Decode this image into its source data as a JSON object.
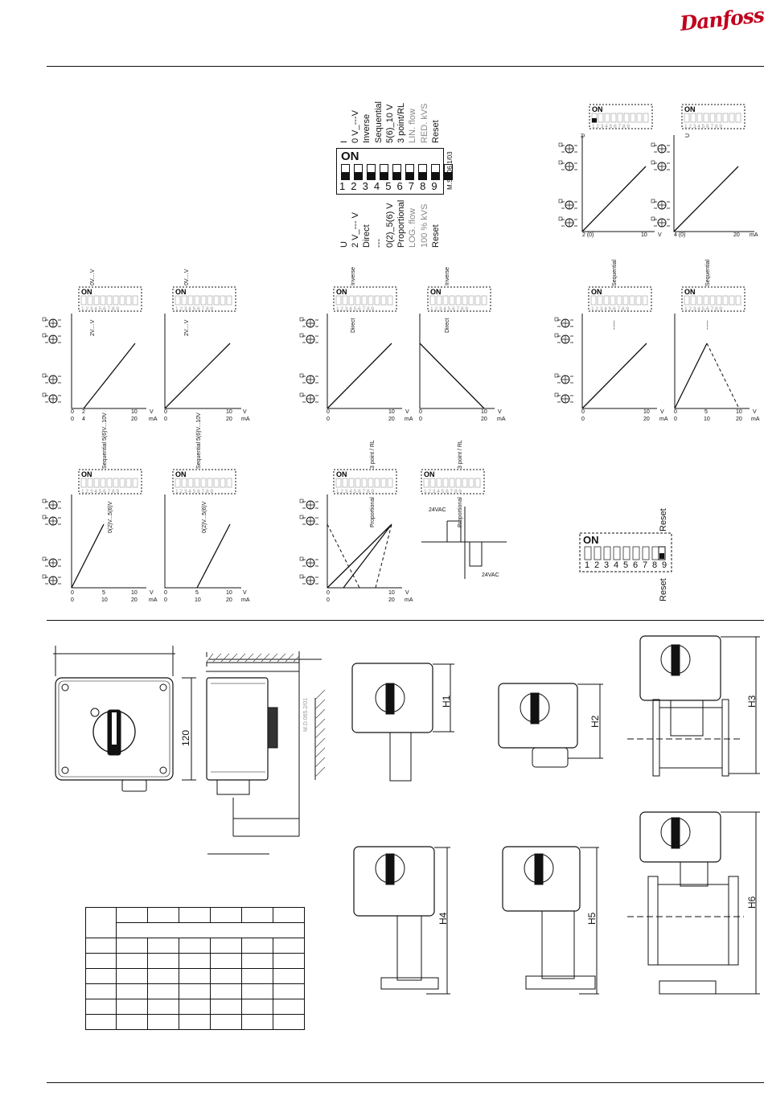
{
  "brand": {
    "logo_text": "Danfoss",
    "color": "#c0001c"
  },
  "main_switch": {
    "on_label": "ON",
    "numbers": [
      "1",
      "2",
      "3",
      "4",
      "5",
      "6",
      "7",
      "8",
      "9"
    ],
    "drawing_code": "M.S.006.1/03",
    "top_labels": [
      "I",
      "0 V_---V",
      "Inverse",
      "Sequential",
      "5(6)_10 V",
      "3 point/RL",
      "LIN. flow",
      "RED. kVS",
      "Reset"
    ],
    "bottom_labels": [
      "U",
      "2 V_--- V",
      "Direct",
      "---",
      "0(2)_5(6) V",
      "Proportional",
      "LOG. flow",
      "100 % kVS",
      "Reset"
    ]
  },
  "small_switch": {
    "on_label": "ON",
    "numbers": "1 2 3 4 5 6 7 8 9"
  },
  "panels": {
    "p_uv": {
      "switch_label": "U",
      "x_ticks": [
        "2 (0)",
        "10"
      ],
      "unit": "V"
    },
    "p_uma": {
      "switch_label": "U",
      "x_ticks": [
        "4 (0)",
        "20"
      ],
      "unit": "mA"
    },
    "p_2v_a": {
      "top": "0V....V",
      "bottom": "2V....V",
      "t1": [
        "0",
        "2",
        "10",
        "V"
      ],
      "t2": [
        "0",
        "4",
        "20",
        "mA"
      ]
    },
    "p_2v_b": {
      "top": "0V....V",
      "bottom": "2V....V",
      "t1": [
        "0",
        "10",
        "V"
      ],
      "t2": [
        "0",
        "20",
        "mA"
      ]
    },
    "p_dir_a": {
      "top": "Inverse",
      "bottom": "Direct",
      "t1": [
        "0",
        "10",
        "V"
      ],
      "t2": [
        "0",
        "20",
        "mA"
      ]
    },
    "p_dir_b": {
      "top": "Inverse",
      "bottom": "Direct",
      "t1": [
        "0",
        "10",
        "V"
      ],
      "t2": [
        "0",
        "20",
        "mA"
      ]
    },
    "p_seq_a": {
      "top": "Sequential",
      "bottom": "-----",
      "t1": [
        "0",
        "10",
        "V"
      ],
      "t2": [
        "0",
        "20",
        "mA"
      ]
    },
    "p_seq_b": {
      "top": "Sequential",
      "bottom": "-----",
      "t1": [
        "0",
        "5",
        "10",
        "V"
      ],
      "t2": [
        "0",
        "10",
        "20",
        "mA"
      ]
    },
    "p_56_a": {
      "top": "Sequential 5(6)V...10V",
      "bottom": "0(2)V...5(6)V",
      "t1": [
        "0",
        "5",
        "10",
        "V"
      ],
      "t2": [
        "0",
        "10",
        "20",
        "mA"
      ]
    },
    "p_56_b": {
      "top": "Sequential 5(6)V...10V",
      "bottom": "0(2)V...5(6)V",
      "t1": [
        "0",
        "5",
        "10",
        "V"
      ],
      "t2": [
        "0",
        "10",
        "20",
        "mA"
      ]
    },
    "p_3pt_a": {
      "top": "3 point / RL",
      "bottom": "Proportional",
      "t1": [
        "0",
        "10",
        "V"
      ],
      "t2": [
        "0",
        "20",
        "mA"
      ]
    },
    "p_3pt_b": {
      "top": "3 point / RL",
      "bottom": "Proportional",
      "v1": "24VAC",
      "v2": "24VAC"
    }
  },
  "reset_switch": {
    "on_label": "ON",
    "numbers": [
      "1",
      "2",
      "3",
      "4",
      "5",
      "6",
      "7",
      "8",
      "9"
    ],
    "top": "Reset",
    "bottom": "Reset"
  },
  "dimensions": {
    "height_label": "120",
    "drawing_code": "M.D.065.2/01"
  },
  "heights": {
    "h1": "H1",
    "h2": "H2",
    "h3": "H3",
    "h4": "H4",
    "h5": "H5",
    "h6": "H6"
  }
}
